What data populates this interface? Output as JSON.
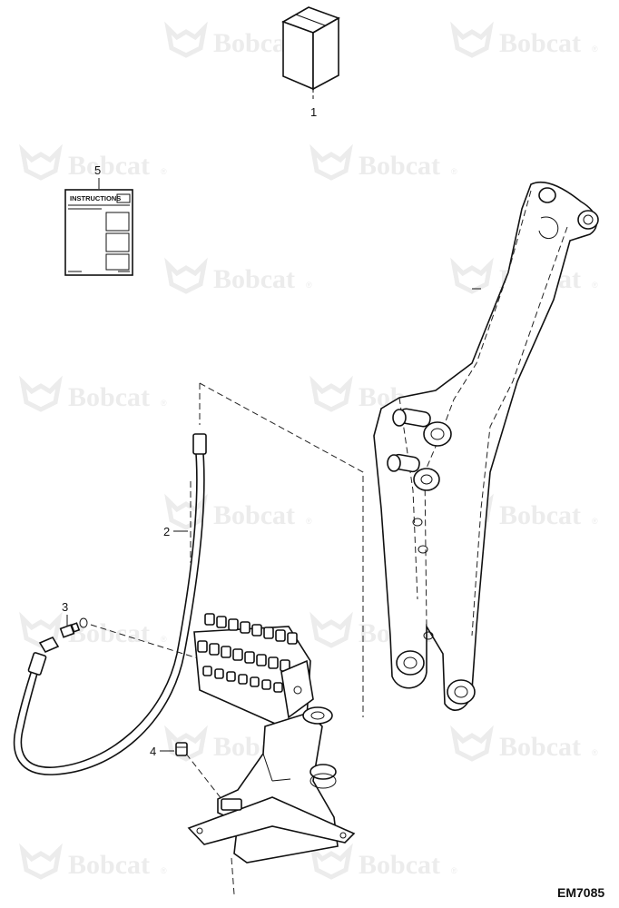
{
  "watermark": {
    "text": "Bobcat",
    "mark": "®"
  },
  "figure_code": "EM7085",
  "instruction_book": {
    "title": "INSTRUCTIONS"
  },
  "callouts": [
    {
      "id": "callout-1",
      "label": "1"
    },
    {
      "id": "callout-2",
      "label": "2"
    },
    {
      "id": "callout-3",
      "label": "3"
    },
    {
      "id": "callout-4",
      "label": "4"
    },
    {
      "id": "callout-5",
      "label": "5"
    }
  ],
  "icons": [
    "bobcat-logo-icon",
    "box-icon",
    "instruction-book-icon",
    "hose-icon",
    "fitting-icon",
    "plug-icon",
    "valve-block-icon",
    "boom-arm-icon"
  ]
}
